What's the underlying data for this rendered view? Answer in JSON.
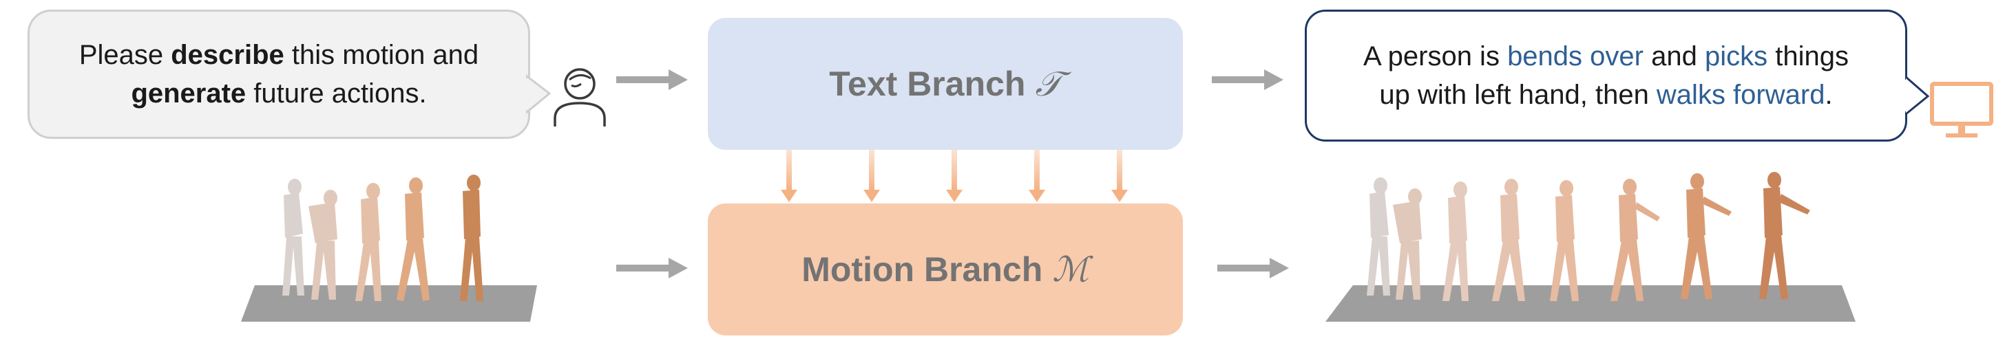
{
  "left_bubble": {
    "line1_prefix": "Please ",
    "line1_bold": "describe",
    "line1_suffix": " this motion and",
    "line2_bold": "generate",
    "line2_suffix": " future actions."
  },
  "text_branch": {
    "label": "Text Branch",
    "symbol": "𝒯"
  },
  "motion_branch": {
    "label": "Motion Branch",
    "symbol": "ℳ"
  },
  "right_bubble": {
    "line1_a": "A person is ",
    "line1_hl1": "bends over",
    "line1_b": " and ",
    "line1_hl2": "picks",
    "line1_c": " things",
    "line2_a": "up with left hand, then ",
    "line2_hl": "walks forward",
    "line2_b": "."
  },
  "colors": {
    "text_branch_fill": "#dae3f3",
    "motion_branch_fill": "#f8cbad",
    "highlight_text": "#2e5f94",
    "arrow_gray": "#a6a6a6",
    "arrow_orange": "#f4b183",
    "monitor": "#f4b183"
  },
  "icons": [
    "user-icon",
    "monitor-icon"
  ]
}
